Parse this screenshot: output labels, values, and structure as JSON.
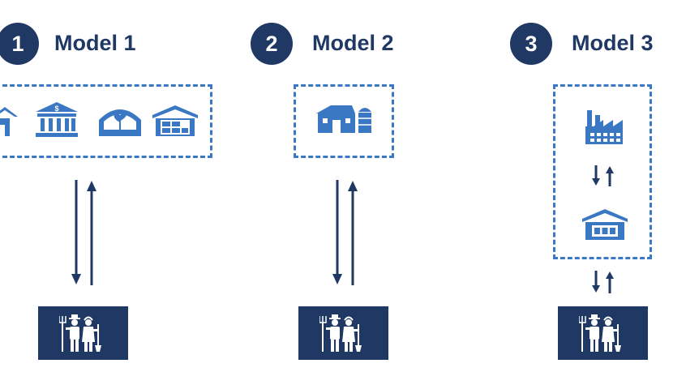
{
  "models": [
    {
      "number": "1",
      "title": "Model 1",
      "icons": [
        "home-icon",
        "bank-icon",
        "greenhouse-icon",
        "warehouse-icon"
      ]
    },
    {
      "number": "2",
      "title": "Model 2",
      "icons": [
        "farm-barn-silo-icon"
      ]
    },
    {
      "number": "3",
      "title": "Model 3",
      "icons": [
        "factory-icon",
        "warehouse-icon"
      ]
    }
  ],
  "colors": {
    "navy": "#1f3864",
    "blue": "#3b78c4",
    "white": "#ffffff"
  },
  "bottom_icon": "farmers-icon"
}
